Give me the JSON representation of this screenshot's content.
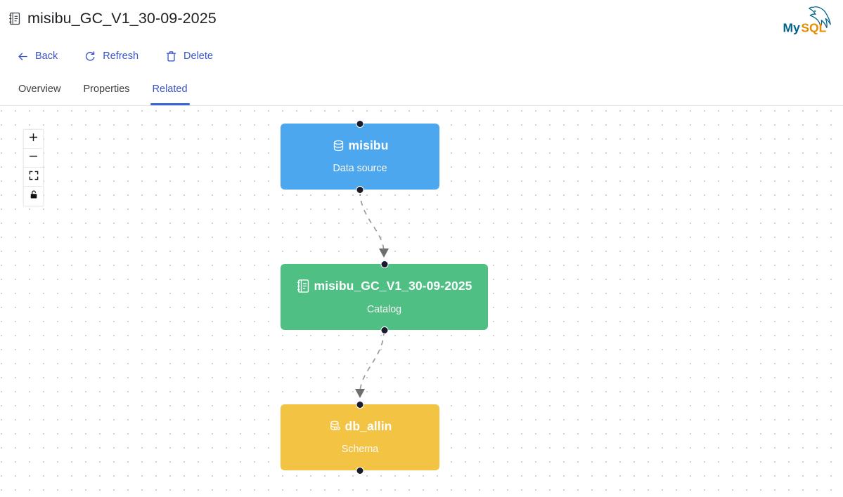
{
  "header": {
    "title": "misibu_GC_V1_30-09-2025",
    "title_icon": "catalog-icon",
    "brand": {
      "name": "MySQL",
      "text_my": "My",
      "text_sql": "SQL",
      "color_my": "#00618A",
      "color_sql": "#E48E00",
      "icon": "mysql-dolphin-icon"
    }
  },
  "toolbar": {
    "buttons": [
      {
        "label": "Back",
        "icon": "arrow-left-icon"
      },
      {
        "label": "Refresh",
        "icon": "refresh-icon"
      },
      {
        "label": "Delete",
        "icon": "trash-icon"
      }
    ],
    "link_color": "#3b53c9"
  },
  "tabs": {
    "items": [
      {
        "label": "Overview",
        "active": false
      },
      {
        "label": "Properties",
        "active": false
      },
      {
        "label": "Related",
        "active": true
      }
    ],
    "active_color": "#3b53c9",
    "underline_color": "#3b63d8"
  },
  "graph_controls": {
    "buttons": [
      {
        "name": "zoom-in",
        "icon": "plus-icon"
      },
      {
        "name": "zoom-out",
        "icon": "minus-icon"
      },
      {
        "name": "fit-view",
        "icon": "fit-view-icon"
      },
      {
        "name": "toggle-interactivity",
        "icon": "lock-icon"
      }
    ]
  },
  "graph": {
    "nodes": [
      {
        "id": "datasource",
        "title": "misibu",
        "subtitle": "Data source",
        "icon": "database-icon",
        "color": "#4da7ef"
      },
      {
        "id": "catalog",
        "title": "misibu_GC_V1_30-09-2025",
        "subtitle": "Catalog",
        "icon": "catalog-icon",
        "color": "#4fbf84"
      },
      {
        "id": "schema",
        "title": "db_allin",
        "subtitle": "Schema",
        "icon": "schema-icon",
        "color": "#f3c344"
      }
    ],
    "edges": [
      {
        "from": "datasource",
        "to": "catalog",
        "style": "dashed",
        "color": "#9a9a9a",
        "arrow": "triangle"
      },
      {
        "from": "catalog",
        "to": "schema",
        "style": "dashed",
        "color": "#9a9a9a",
        "arrow": "triangle"
      }
    ],
    "background": "dot-grid"
  }
}
